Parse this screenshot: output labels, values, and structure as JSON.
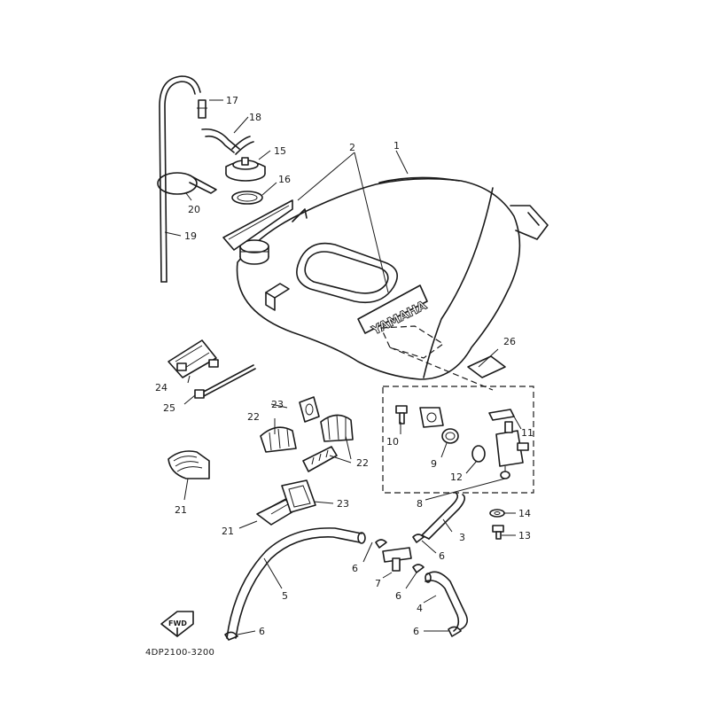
{
  "diagram": {
    "logo_text": "YAMAHA",
    "fwd_text": "FWD",
    "drawing_code": "4DP2100-3200",
    "callouts": {
      "p1": "1",
      "p2": "2",
      "p3": "3",
      "p4": "4",
      "p5": "5",
      "p6a": "6",
      "p6b": "6",
      "p6c": "6",
      "p6d": "6",
      "p6e": "6",
      "p7": "7",
      "p8": "8",
      "p9": "9",
      "p10": "10",
      "p11": "11",
      "p12": "12",
      "p13": "13",
      "p14": "14",
      "p15": "15",
      "p16": "16",
      "p17": "17",
      "p18": "18",
      "p19": "19",
      "p20": "20",
      "p21a": "21",
      "p21b": "21",
      "p22a": "22",
      "p22b": "22",
      "p23a": "23",
      "p23b": "23",
      "p24": "24",
      "p25": "25",
      "p26": "26"
    }
  }
}
